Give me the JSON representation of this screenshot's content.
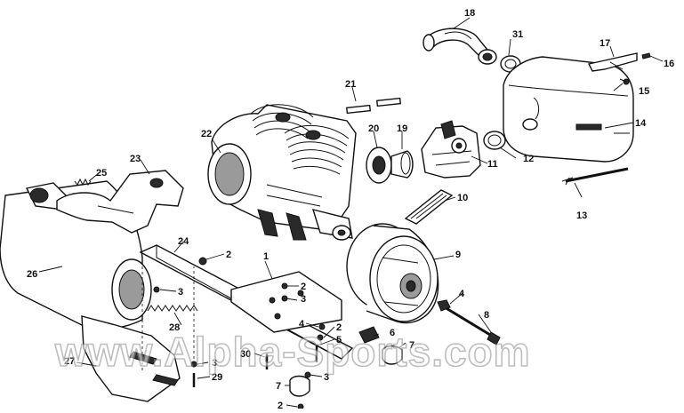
{
  "diagram": {
    "callouts": [
      {
        "id": "c1",
        "text": "1"
      },
      {
        "id": "c2a",
        "text": "2"
      },
      {
        "id": "c2b",
        "text": "2"
      },
      {
        "id": "c2c",
        "text": "2"
      },
      {
        "id": "c2d",
        "text": "2"
      },
      {
        "id": "c3a",
        "text": "3"
      },
      {
        "id": "c3b",
        "text": "3"
      },
      {
        "id": "c3c",
        "text": "3"
      },
      {
        "id": "c3d",
        "text": "3"
      },
      {
        "id": "c4a",
        "text": "4"
      },
      {
        "id": "c4b",
        "text": "4"
      },
      {
        "id": "c5",
        "text": "5"
      },
      {
        "id": "c6",
        "text": "6"
      },
      {
        "id": "c7a",
        "text": "7"
      },
      {
        "id": "c7b",
        "text": "7"
      },
      {
        "id": "c8",
        "text": "8"
      },
      {
        "id": "c9",
        "text": "9"
      },
      {
        "id": "c10",
        "text": "10"
      },
      {
        "id": "c11",
        "text": "11"
      },
      {
        "id": "c12",
        "text": "12"
      },
      {
        "id": "c13",
        "text": "13"
      },
      {
        "id": "c14",
        "text": "14"
      },
      {
        "id": "c15",
        "text": "15"
      },
      {
        "id": "c16",
        "text": "16"
      },
      {
        "id": "c17",
        "text": "17"
      },
      {
        "id": "c18",
        "text": "18"
      },
      {
        "id": "c19",
        "text": "19"
      },
      {
        "id": "c20",
        "text": "20"
      },
      {
        "id": "c21",
        "text": "21"
      },
      {
        "id": "c22",
        "text": "22"
      },
      {
        "id": "c23",
        "text": "23"
      },
      {
        "id": "c24",
        "text": "24"
      },
      {
        "id": "c25",
        "text": "25"
      },
      {
        "id": "c26",
        "text": "26"
      },
      {
        "id": "c27",
        "text": "27"
      },
      {
        "id": "c28",
        "text": "28"
      },
      {
        "id": "c29",
        "text": "29"
      },
      {
        "id": "c30",
        "text": "30"
      },
      {
        "id": "c31",
        "text": "31"
      }
    ]
  },
  "watermark": "www.Alpha-Sports.com"
}
